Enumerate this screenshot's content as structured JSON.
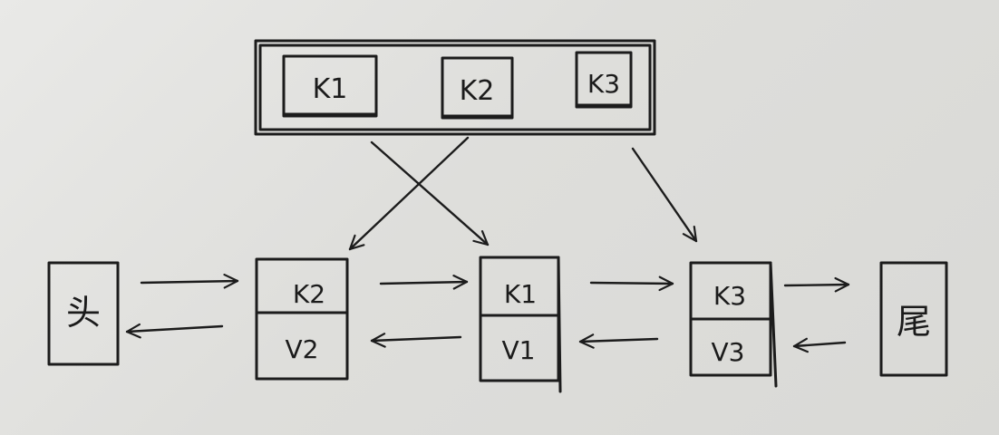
{
  "hash_table": {
    "keys": [
      "K1",
      "K2",
      "K3"
    ]
  },
  "linked_list": {
    "head_label": "头",
    "tail_label": "尾",
    "nodes": [
      {
        "key": "K2",
        "value": "V2"
      },
      {
        "key": "K1",
        "value": "V1"
      },
      {
        "key": "K3",
        "value": "V3"
      }
    ]
  },
  "colors": {
    "ink": "#1c1c1c",
    "paper": "#e2e2df"
  }
}
